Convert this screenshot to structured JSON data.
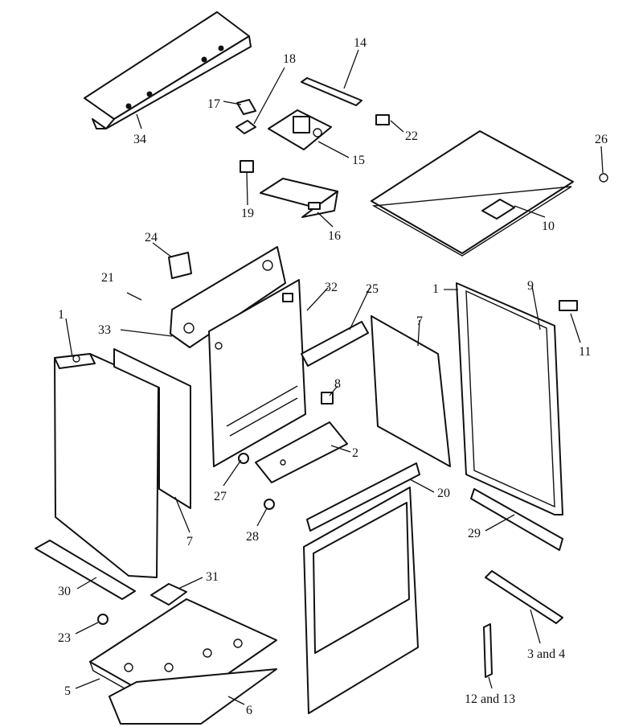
{
  "diagram": {
    "callouts": {
      "c1a": "1",
      "c1b": "1",
      "c2": "2",
      "c3": "3 and 4",
      "c5": "5",
      "c6": "6",
      "c7a": "7",
      "c7b": "7",
      "c8": "8",
      "c9": "9",
      "c10": "10",
      "c11": "11",
      "c12": "12 and 13",
      "c14": "14",
      "c15": "15",
      "c16": "16",
      "c17": "17",
      "c18": "18",
      "c19": "19",
      "c20": "20",
      "c21": "21",
      "c22": "22",
      "c23": "23",
      "c24": "24",
      "c25": "25",
      "c26": "26",
      "c27": "27",
      "c28": "28",
      "c29": "29",
      "c30": "30",
      "c31": "31",
      "c32": "32",
      "c33": "33",
      "c34": "34"
    }
  }
}
